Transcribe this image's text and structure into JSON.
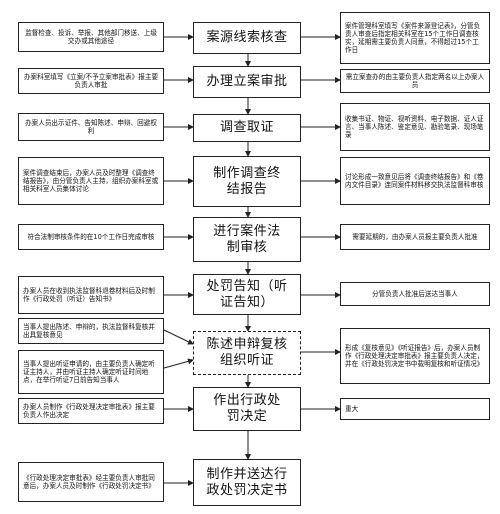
{
  "flowchart": {
    "steps": [
      {
        "title": "案源线索核查",
        "left": "监督检查、投诉、举报、其他部门移送、上级交办或其他途径",
        "right": "案件管理科室填写《案件来源登记表》，分管负责人审查后指定相关科室在15个工作日调查核实，延期需主要负责人同意，不得超过15个工作日"
      },
      {
        "title": "办理立案审批",
        "left": "办案科室填写《立案/不予立案审批表》报主要负责人审批",
        "right": "需立案查办的由主要负责人指定两名以上办案人员"
      },
      {
        "title": "调查取证",
        "left": "办案人员出示证件、告知陈述、申辩、回避权利",
        "right": "收集书证、物证、视听资料、电子数据、证人证言、当事人陈述、鉴定意见、勘验笔录、现场笔录"
      },
      {
        "title": "制作调查终结报告",
        "left": "案件调查结束后，办案人员及时整理《调查终结报告》，由分管负责人主持，组织办案科室或相关科室人员集体讨论",
        "right": "讨论形成一致意见后将《调查终结报告》和《卷内文件目录》连同案件材料移交执法监督科审核"
      },
      {
        "title": "进行案件法制审核",
        "left": "符合法制审核条件的在10个工作日完成审核",
        "right": "需要延期的，由办案人员报主要负责人批准"
      },
      {
        "title": "处罚告知（听证告知）",
        "left": "办案人员在收到执法监督科退卷材料后及时制作《行政处罚（听证）告知书》",
        "right": "分管负责人批准后送达当事人"
      },
      {
        "title": "陈述申辩复核组织听证",
        "left_top": "当事人提出陈述、申辩的，执法监督科复核并出具复核意见",
        "left_bottom": "当事人提出听证申请的，由主要负责人确定听证主持人，并由听证主持人确定听证时间地点，在举行听证7日前告知当事人",
        "right": "形成《复核意见》《听证报告》后，办案人员制作《行政处理决定审批表》报主要负责人决定，并在《行政处罚决定书中载明复核和听证情况》"
      },
      {
        "title": "作出行政处罚决定",
        "left": "办案人员制作《行政处理决定审批表》报主要负责人作出决定",
        "right": "重大"
      },
      {
        "title": "制作并送达行政处罚决定书",
        "left": "《行政处理决定审批表》经主要负责人审批同意后，办案人员及时制作《行政处罚决定书》",
        "right": ""
      }
    ]
  }
}
